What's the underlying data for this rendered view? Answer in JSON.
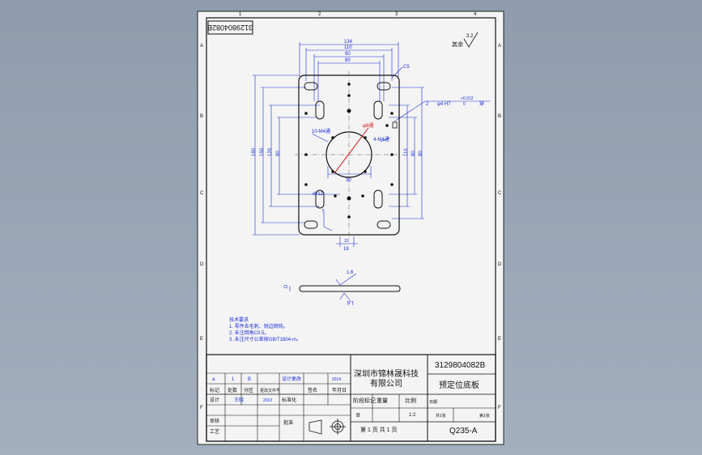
{
  "sheet": {
    "drawing_number_rotated": "3129804082B",
    "zone_columns": [
      "1",
      "2",
      "3",
      "4"
    ],
    "zone_rows": [
      "A",
      "B",
      "C",
      "D",
      "E",
      "F"
    ],
    "surface_finish": {
      "label": "其余",
      "value": "3.2"
    }
  },
  "plate": {
    "dims_top": [
      "134",
      "110",
      "90",
      "80"
    ],
    "corner_radius": "C5",
    "dims_left": [
      "180",
      "150",
      "120",
      "80"
    ],
    "dims_right": [
      "110",
      "80",
      "80"
    ],
    "hole_callout": {
      "count": "2",
      "text": "φ4  H7",
      "tol_upper": "+0.012",
      "tol_lower": "0",
      "suffix": "穿"
    },
    "thread_note_1": "10-M4通",
    "thread_note_2": "4-M4通",
    "thread_note_3": "φ8通",
    "center_dim": "30",
    "center_hole_dim": "4x12",
    "bottom_dim": "18",
    "side_dims": [
      "5",
      "10"
    ]
  },
  "side_view": {
    "thickness_label": "D",
    "surface_finish": "1.6",
    "roughness_bottom": "1.6"
  },
  "tech_notes": {
    "title": "技术要求",
    "lines": [
      "1. 零件去毛刺、锐边倒钝。",
      "2. 未注倒角C0.5。",
      "3. 未注尺寸公差按GB/T1804-m。"
    ]
  },
  "title_block": {
    "company": [
      "深圳市锦林晟科技",
      "有限公司"
    ],
    "drawing_number": "3129804082B",
    "part_name": "预定位底板",
    "material": "Q235-A",
    "stage_header": "阶段标记",
    "weight_header": "重量",
    "scale_header": "比例",
    "stage_value": "B",
    "scale_value": "1:2",
    "sheet_info": "第 1 页 共 1 页",
    "row_labels": [
      "标记",
      "设计",
      "审核",
      "工艺"
    ],
    "col_labels": [
      "处数",
      "分区",
      "更改文件号",
      "签名",
      "年月日"
    ],
    "designer": "王晓",
    "date": "2013",
    "standardize": "标准化",
    "approve": "批准",
    "revision_row": [
      "a",
      "1",
      "B",
      "设计更改",
      "2014"
    ],
    "misc": [
      "日期",
      "共1张",
      "第1张"
    ]
  }
}
